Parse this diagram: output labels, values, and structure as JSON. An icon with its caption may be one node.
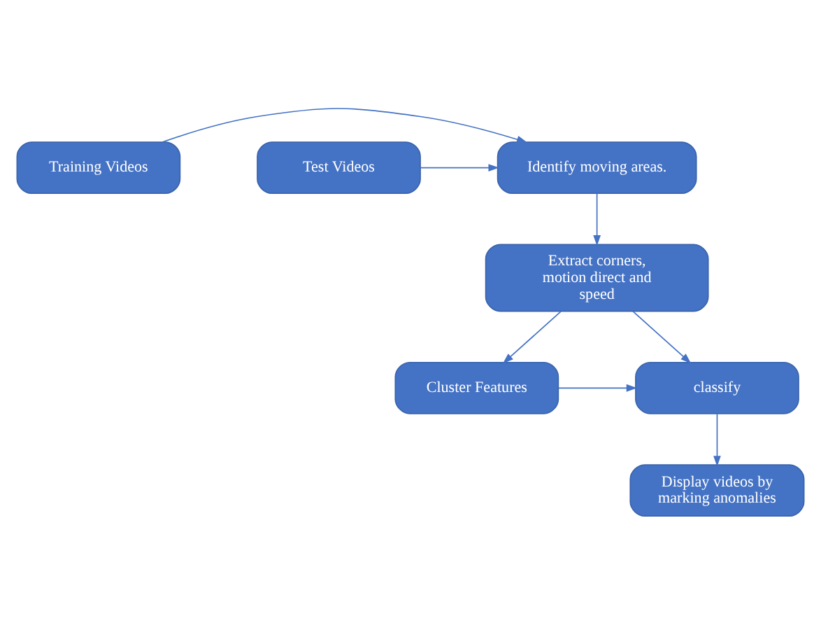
{
  "diagram": {
    "nodes": [
      {
        "text": [
          "Training Videos"
        ]
      },
      {
        "text": [
          "Identify moving areas."
        ]
      },
      {
        "text": [
          "Test Videos"
        ]
      },
      {
        "text": [
          "Extract corners, motion direct and speed"
        ]
      },
      {
        "text": [
          "Cluster Features"
        ]
      },
      {
        "text": [
          "classify"
        ]
      },
      {
        "text": [
          "Display videos by marking anomalies"
        ]
      }
    ],
    "edges": [
      {
        "from": 0,
        "to": 1,
        "arrow": "to"
      },
      {
        "from": 2,
        "to": 1,
        "arrow": "to"
      },
      {
        "from": 1,
        "to": 3,
        "arrow": "to"
      },
      {
        "from": 3,
        "to": 4,
        "arrow": "to"
      },
      {
        "from": 3,
        "to": 5,
        "arrow": "to"
      },
      {
        "from": 4,
        "to": 5,
        "arrow": "to"
      },
      {
        "from": 5,
        "to": 6,
        "arrow": "to"
      }
    ]
  }
}
